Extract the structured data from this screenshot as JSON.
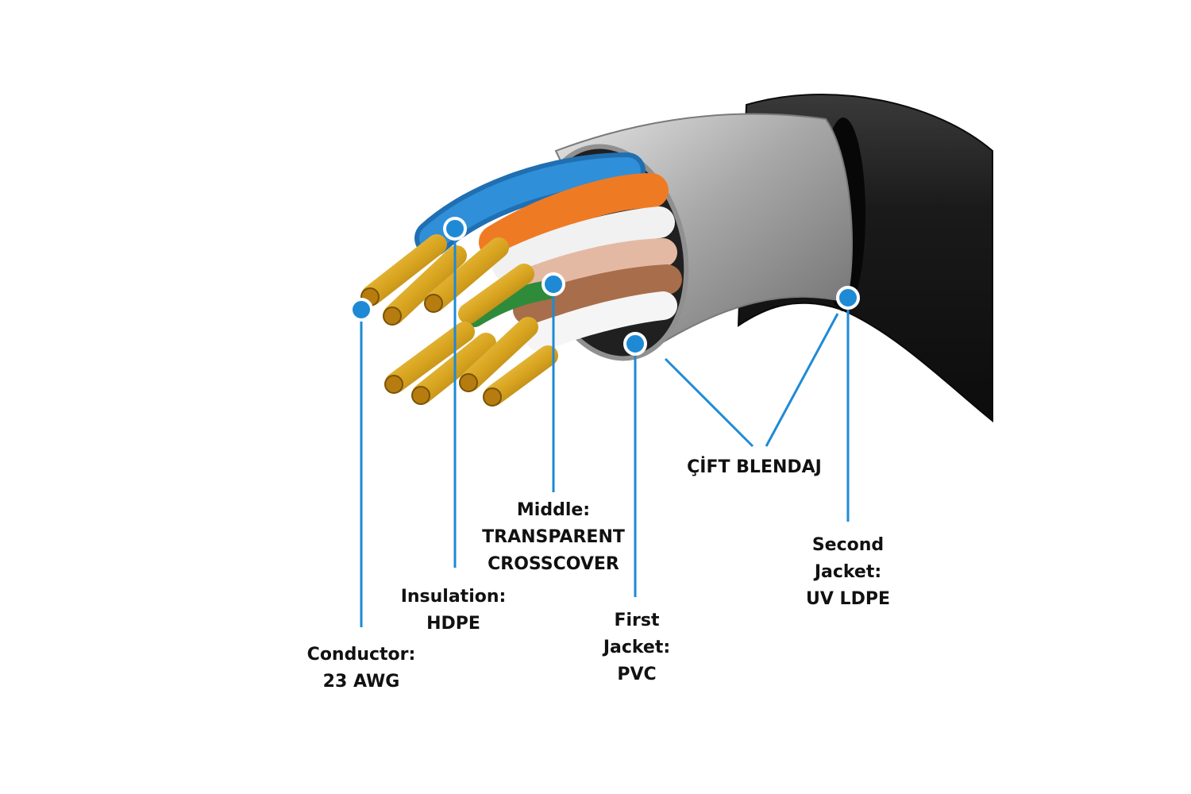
{
  "labels": {
    "conductor": [
      "Conductor:",
      "23 AWG"
    ],
    "insulation": [
      "Insulation:",
      "HDPE"
    ],
    "middle": [
      "Middle:",
      "TRANSPARENT",
      "CROSSCOVER"
    ],
    "first_jacket": [
      "First",
      "Jacket:",
      "PVC"
    ],
    "shield": [
      "ÇİFT BLENDAJ"
    ],
    "second_jacket": [
      "Second",
      "Jacket:",
      "UV LDPE"
    ]
  },
  "colors": {
    "callout": "#1e8ad6",
    "outer_jacket": "#1c1c1c",
    "inner_jacket": "#a9a9a9",
    "copper": "#d9a520",
    "wire_blue": "#2f8fd8",
    "wire_orange": "#ef7a24",
    "wire_white": "#f1f1f1",
    "wire_brown": "#a86d4a",
    "wire_green": "#2e8b3a"
  },
  "icons": [
    "cable-cross-section-illustration"
  ]
}
